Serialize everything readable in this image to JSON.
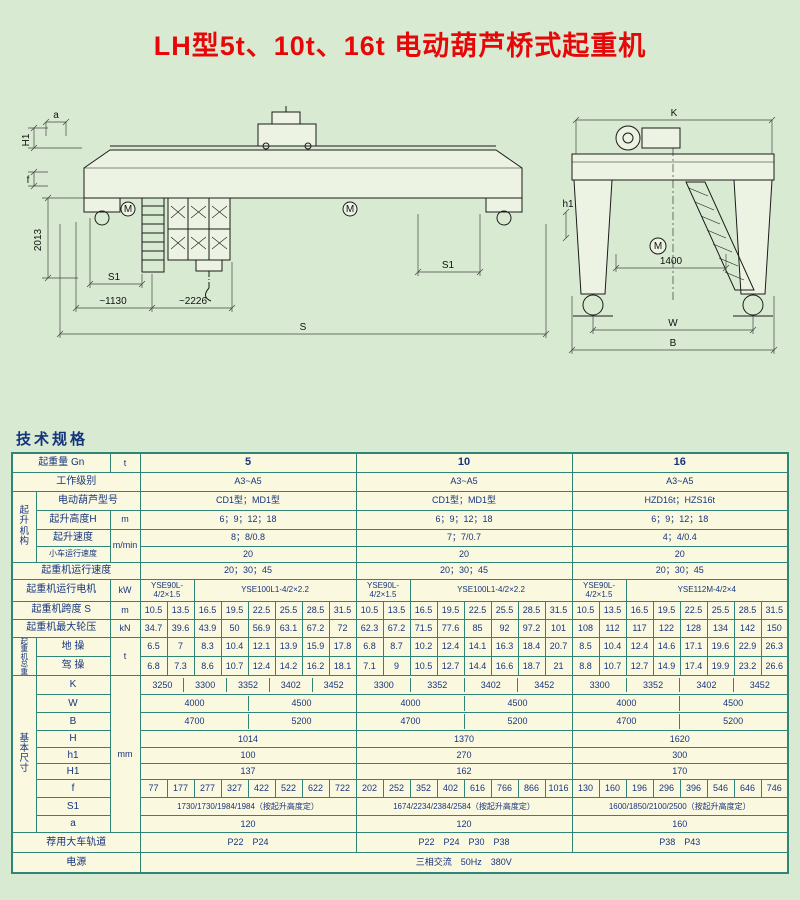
{
  "page": {
    "title": "LH型5t、10t、16t 电动葫芦桥式起重机",
    "section_heading": "技术规格"
  },
  "drawing": {
    "front": {
      "labels": {
        "a": "a",
        "H1": "H1",
        "f": "f",
        "d2013": "2013",
        "s1_left": "S1",
        "s1_right": "S1",
        "d1130": "~1130",
        "d2226": "~2226",
        "S": "S",
        "M": "M"
      }
    },
    "side": {
      "labels": {
        "K": "K",
        "d1400": "1400",
        "W": "W",
        "B": "B",
        "h1": "h1",
        "M": "M"
      }
    }
  },
  "table": {
    "rows": [
      {
        "h": 19,
        "cells": [
          {
            "t": "起重量 Gn",
            "cs": 2,
            "c": "lbl"
          },
          {
            "t": "t",
            "c": "unit"
          },
          {
            "t": "5",
            "cs": 8,
            "c": "big",
            "n": "capacity-5t"
          },
          {
            "t": "10",
            "cs": 8,
            "c": "big",
            "n": "capacity-10t"
          },
          {
            "t": "16",
            "cs": 8,
            "c": "big",
            "n": "capacity-16t"
          }
        ]
      },
      {
        "h": 19,
        "cells": [
          {
            "t": "工作级别",
            "cs": 3,
            "c": "lbl"
          },
          {
            "t": "A3~A5",
            "cs": 8
          },
          {
            "t": "A3~A5",
            "cs": 8
          },
          {
            "t": "A3~A5",
            "cs": 8
          }
        ]
      },
      {
        "h": 19,
        "cells": [
          {
            "t": "起升机构",
            "rs": 4,
            "c": "glbl",
            "v": 1,
            "n": "group-hoist-mechanism"
          },
          {
            "t": "电动葫芦型号",
            "cs": 2,
            "c": "lbl"
          },
          {
            "t": "CD1型；MD1型",
            "cs": 8
          },
          {
            "t": "CD1型；MD1型",
            "cs": 8
          },
          {
            "t": "HZD16t；HZS16t",
            "cs": 8
          }
        ]
      },
      {
        "h": 19,
        "cells": [
          {
            "t": "起升高度H",
            "c": "lbl"
          },
          {
            "t": "m",
            "c": "unit"
          },
          {
            "t": "6；9；12；18",
            "cs": 8
          },
          {
            "t": "6；9；12；18",
            "cs": 8
          },
          {
            "t": "6；9；12；18",
            "cs": 8
          }
        ]
      },
      {
        "h": 17,
        "cells": [
          {
            "t": "起升速度",
            "c": "lbl"
          },
          {
            "t": "m/min",
            "rs": 2,
            "c": "unit"
          },
          {
            "t": "8；8/0.8",
            "cs": 8
          },
          {
            "t": "7；7/0.7",
            "cs": 8
          },
          {
            "t": "4；4/0.4",
            "cs": 8
          }
        ]
      },
      {
        "h": 16,
        "cells": [
          {
            "t": "小车运行速度",
            "c": "lbl sm"
          },
          {
            "t": "20",
            "cs": 8
          },
          {
            "t": "20",
            "cs": 8
          },
          {
            "t": "20",
            "cs": 8
          }
        ]
      },
      {
        "h": 17,
        "cells": [
          {
            "t": "起重机运行速度",
            "cs": 3,
            "c": "lbl"
          },
          {
            "t": "20；30；45",
            "cs": 8
          },
          {
            "t": "20；30；45",
            "cs": 8
          },
          {
            "t": "20；30；45",
            "cs": 8
          }
        ]
      },
      {
        "h": 22,
        "cells": [
          {
            "t": "起重机运行电机",
            "cs": 2,
            "c": "lbl"
          },
          {
            "t": "kW",
            "c": "unit"
          },
          {
            "t": "YSE90L-4/2×1.5",
            "cs": 2,
            "c": "dsm"
          },
          {
            "t": "YSE100L1-4/2×2.2",
            "cs": 6,
            "c": "dsm"
          },
          {
            "t": "YSE90L-4/2×1.5",
            "cs": 2,
            "c": "dsm"
          },
          {
            "t": "YSE100L1-4/2×2.2",
            "cs": 6,
            "c": "dsm"
          },
          {
            "t": "YSE90L-4/2×1.5",
            "cs": 2,
            "c": "dsm"
          },
          {
            "t": "YSE112M-4/2×4",
            "cs": 6,
            "c": "dsm"
          }
        ]
      },
      {
        "h": 18,
        "cells": [
          {
            "t": "起重机跨度 S",
            "cs": 2,
            "c": "lbl"
          },
          {
            "t": "m",
            "c": "unit"
          },
          "10.5",
          "13.5",
          "16.5",
          "19.5",
          "22.5",
          "25.5",
          "28.5",
          "31.5",
          "10.5",
          "13.5",
          "16.5",
          "19.5",
          "22.5",
          "25.5",
          "28.5",
          "31.5",
          "10.5",
          "13.5",
          "16.5",
          "19.5",
          "22.5",
          "25.5",
          "28.5",
          "31.5"
        ]
      },
      {
        "h": 18,
        "cells": [
          {
            "t": "起重机最大轮压",
            "cs": 2,
            "c": "lbl"
          },
          {
            "t": "kN",
            "c": "unit"
          },
          "34.7",
          "39.6",
          "43.9",
          "50",
          "56.9",
          "63.1",
          "67.2",
          "72",
          "62.3",
          "67.2",
          "71.5",
          "77.6",
          "85",
          "92",
          "97.2",
          "101",
          "108",
          "112",
          "117",
          "122",
          "128",
          "134",
          "142",
          "150"
        ]
      },
      {
        "h": 19,
        "cells": [
          {
            "t": "起重机总重",
            "rs": 2,
            "c": "glbl sm",
            "v": 1,
            "n": "group-crane-total-weight"
          },
          {
            "t": "地 操",
            "c": "lbl"
          },
          {
            "t": "t",
            "rs": 2,
            "c": "unit"
          },
          "6.5",
          "7",
          "8.3",
          "10.4",
          "12.1",
          "13.9",
          "15.9",
          "17.8",
          "6.8",
          "8.7",
          "10.2",
          "12.4",
          "14.1",
          "16.3",
          "18.4",
          "20.7",
          "8.5",
          "10.4",
          "12.4",
          "14.6",
          "17.1",
          "19.6",
          "22.9",
          "26.3"
        ]
      },
      {
        "h": 19,
        "cells": [
          {
            "t": "驾 操",
            "c": "lbl"
          },
          "6.8",
          "7.3",
          "8.6",
          "10.7",
          "12.4",
          "14.2",
          "16.2",
          "18.1",
          "7.1",
          "9",
          "10.5",
          "12.7",
          "14.4",
          "16.6",
          "18.7",
          "21",
          "8.8",
          "10.7",
          "12.7",
          "14.9",
          "17.4",
          "19.9",
          "23.2",
          "26.6"
        ]
      },
      {
        "h": 19,
        "cells": [
          {
            "t": "基本尺寸",
            "rs": 9,
            "c": "glbl",
            "v": 1,
            "n": "group-basic-dimensions"
          },
          {
            "t": "K",
            "c": "lbl"
          },
          {
            "t": "mm",
            "rs": 9,
            "c": "unit"
          },
          {
            "sub": [
              "3250",
              "3300",
              "3352",
              "3402",
              "3452"
            ],
            "cs": 8
          },
          {
            "sub": [
              "3300",
              "3352",
              "3402",
              "3452"
            ],
            "cs": 8
          },
          {
            "sub": [
              "3300",
              "3352",
              "3402",
              "3452"
            ],
            "cs": 8
          }
        ]
      },
      {
        "h": 18,
        "cells": [
          {
            "t": "W",
            "c": "lbl"
          },
          {
            "sub": [
              "4000",
              "4500"
            ],
            "cs": 8
          },
          {
            "sub": [
              "4000",
              "4500"
            ],
            "cs": 8
          },
          {
            "sub": [
              "4000",
              "4500"
            ],
            "cs": 8
          }
        ]
      },
      {
        "h": 18,
        "cells": [
          {
            "t": "B",
            "c": "lbl"
          },
          {
            "sub": [
              "4700",
              "5200"
            ],
            "cs": 8
          },
          {
            "sub": [
              "4700",
              "5200"
            ],
            "cs": 8
          },
          {
            "sub": [
              "4700",
              "5200"
            ],
            "cs": 8
          }
        ]
      },
      {
        "h": 17,
        "cells": [
          {
            "t": "H",
            "c": "lbl"
          },
          {
            "t": "1014",
            "cs": 8
          },
          {
            "t": "1370",
            "cs": 8
          },
          {
            "t": "1620",
            "cs": 8
          }
        ]
      },
      {
        "h": 16,
        "cells": [
          {
            "t": "h1",
            "c": "lbl"
          },
          {
            "t": "100",
            "cs": 8
          },
          {
            "t": "270",
            "cs": 8
          },
          {
            "t": "300",
            "cs": 8
          }
        ]
      },
      {
        "h": 16,
        "cells": [
          {
            "t": "H1",
            "c": "lbl"
          },
          {
            "t": "137",
            "cs": 8
          },
          {
            "t": "162",
            "cs": 8
          },
          {
            "t": "170",
            "cs": 8
          }
        ]
      },
      {
        "h": 18,
        "cells": [
          {
            "t": "f",
            "c": "lbl"
          },
          "77",
          "177",
          "277",
          "327",
          "422",
          "522",
          "622",
          "722",
          "202",
          "252",
          "352",
          "402",
          "616",
          "766",
          "866",
          "1016",
          "130",
          "160",
          "196",
          "296",
          "396",
          "546",
          "646",
          "746"
        ]
      },
      {
        "h": 18,
        "cells": [
          {
            "t": "S1",
            "c": "lbl"
          },
          {
            "t": "1730/1730/1984/1984（按起升高度定）",
            "cs": 8,
            "c": "dsm"
          },
          {
            "t": "1674/2234/2384/2584（按起升高度定）",
            "cs": 8,
            "c": "dsm"
          },
          {
            "t": "1600/1850/2100/2500（按起升高度定）",
            "cs": 8,
            "c": "dsm"
          }
        ]
      },
      {
        "h": 17,
        "cells": [
          {
            "t": "a",
            "c": "lbl"
          },
          {
            "t": "120",
            "cs": 8
          },
          {
            "t": "120",
            "cs": 8
          },
          {
            "t": "160",
            "cs": 8
          }
        ]
      },
      {
        "h": 20,
        "cells": [
          {
            "t": "荐用大车轨道",
            "cs": 3,
            "c": "lbl"
          },
          {
            "t": "P22　P24",
            "cs": 8
          },
          {
            "t": "P22　P24　P30　P38",
            "cs": 8
          },
          {
            "t": "P38　P43",
            "cs": 8
          }
        ]
      },
      {
        "h": 20,
        "cells": [
          {
            "t": "电源",
            "cs": 3,
            "c": "lbl"
          },
          {
            "t": "三相交流　50Hz　380V",
            "cs": 24
          }
        ]
      }
    ]
  }
}
